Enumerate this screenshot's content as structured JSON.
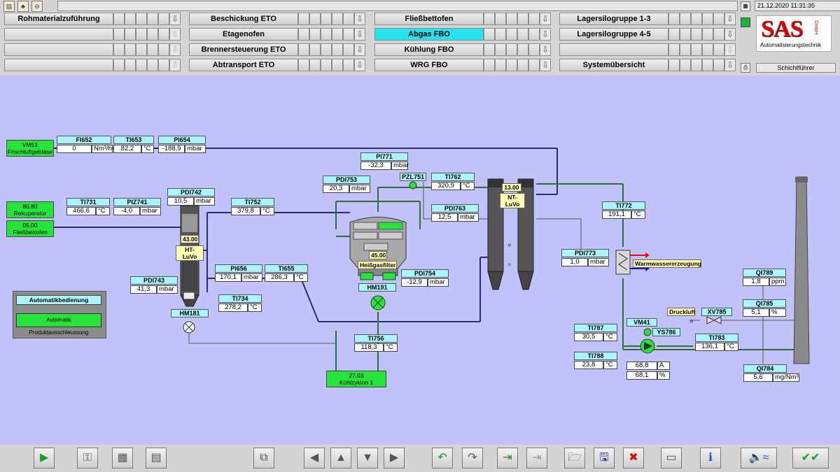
{
  "header": {
    "datetime": "21.12.2020 11:31:35",
    "schicht": "Schichtführer",
    "logo": {
      "text": "SAS",
      "gmbh": "GmbH",
      "sub": "Automatisierungstechnik"
    }
  },
  "nav": {
    "col1": [
      "Rohmaterialzuführung",
      "",
      "",
      ""
    ],
    "col2": [
      "Beschickung ETO",
      "Etagenofen",
      "Brennersteuerung ETO",
      "Abtransport ETO"
    ],
    "col3": [
      "Fließbettofen",
      "Abgas FBO",
      "Kühlung FBO",
      "WRG FBO"
    ],
    "col4": [
      "Lagersilogruppe 1-3",
      "Lagersilogruppe 4-5",
      "",
      "Systemübersicht"
    ],
    "active": "Abgas FBO",
    "arrow_icon": "⇩"
  },
  "instruments": {
    "FI652": {
      "tag": "FI652",
      "value": "0",
      "unit": "Nm³/h"
    },
    "TI653": {
      "tag": "TI653",
      "value": "82,2",
      "unit": "°C"
    },
    "PI654": {
      "tag": "PI654",
      "value": "-188,9",
      "unit": "mbar"
    },
    "PI771": {
      "tag": "PI771",
      "value": "-32,3",
      "unit": "mbar"
    },
    "PDI753": {
      "tag": "PDI753",
      "value": "20,3",
      "unit": "mbar"
    },
    "PZL751": {
      "tag": "PZL751"
    },
    "TI762": {
      "tag": "TI762",
      "value": "320,9",
      "unit": "°C"
    },
    "PDI742": {
      "tag": "PDI742",
      "value": "10,5",
      "unit": "mbar"
    },
    "TI731": {
      "tag": "TI731",
      "value": "466,6",
      "unit": "°C"
    },
    "PIZ741": {
      "tag": "PIZ741",
      "value": "-4,0",
      "unit": "mbar"
    },
    "TI752": {
      "tag": "TI752",
      "value": "379,8",
      "unit": "°C"
    },
    "PDI763": {
      "tag": "PDI763",
      "value": "12,5",
      "unit": "mbar"
    },
    "TI772": {
      "tag": "TI772",
      "value": "191,1",
      "unit": "°C"
    },
    "PDI773": {
      "tag": "PDI773",
      "value": "1,0",
      "unit": "mbar"
    },
    "PI656": {
      "tag": "PI656",
      "value": "170,1",
      "unit": "mbar"
    },
    "TI655": {
      "tag": "TI655",
      "value": "286,3",
      "unit": "°C"
    },
    "PDI743": {
      "tag": "PDI743",
      "value": "41,3",
      "unit": "mbar"
    },
    "PDI754": {
      "tag": "PDI754",
      "value": "-12,9",
      "unit": "mbar"
    },
    "TI734": {
      "tag": "TI734",
      "value": "278,2",
      "unit": "°C"
    },
    "HM181": {
      "tag": "HM181"
    },
    "HM191": {
      "tag": "HM191"
    },
    "TI756": {
      "tag": "TI756",
      "value": "118,3",
      "unit": "°C"
    },
    "QI789": {
      "tag": "QI789",
      "value": "1,8",
      "unit": "ppm"
    },
    "QI785": {
      "tag": "QI785",
      "value": "5,1",
      "unit": "%"
    },
    "XV785": {
      "tag": "XV785"
    },
    "VM41": {
      "tag": "VM41"
    },
    "YS786": {
      "tag": "YS786"
    },
    "TI787": {
      "tag": "TI787",
      "value": "30,5",
      "unit": "°C"
    },
    "TI783": {
      "tag": "TI783",
      "value": "136,1",
      "unit": "°C"
    },
    "TI788": {
      "tag": "TI788",
      "value": "23,8",
      "unit": "°C"
    },
    "VM41_current": {
      "value": "68,8",
      "unit": "A"
    },
    "VM41_speed": {
      "value": "68,1",
      "unit": "%"
    },
    "QI784": {
      "tag": "QI784",
      "value": "5,6",
      "unit": "mg/Nm³"
    }
  },
  "equipment": {
    "vm51": {
      "line1": "VM51",
      "line2": "Frischluftgebläse"
    },
    "rekuperator": {
      "line1": "80,80",
      "line2": "Rekuperator"
    },
    "fliessbettofen": {
      "line1": "05,00",
      "line2": "Fließbettofen"
    },
    "htluvo_value": "43.00",
    "htluvo_label": "HT-LuVo",
    "filter_value": "45.00",
    "filter_label": "Heißgasfilter",
    "ntluvo_value": "13.00",
    "ntluvo_label": "NT-LuVo",
    "warmwasser": "Warmwassererzeugung",
    "druckluft": "Druckluft",
    "kuehlzyklon": {
      "line1": "27,03",
      "line2": "Kühlzyklon 1"
    }
  },
  "automatik": {
    "title": "Automatikbedienung",
    "button": "Automatik Produktausschleussung"
  },
  "colors": {
    "process_bg": "#c2c2fa",
    "tag_bg": "#a9f3fb",
    "green": "#27e43a",
    "active_nav": "#22e3ee",
    "pipe_blue": "#2a2a7a",
    "pipe_green": "#2e6e3a"
  }
}
